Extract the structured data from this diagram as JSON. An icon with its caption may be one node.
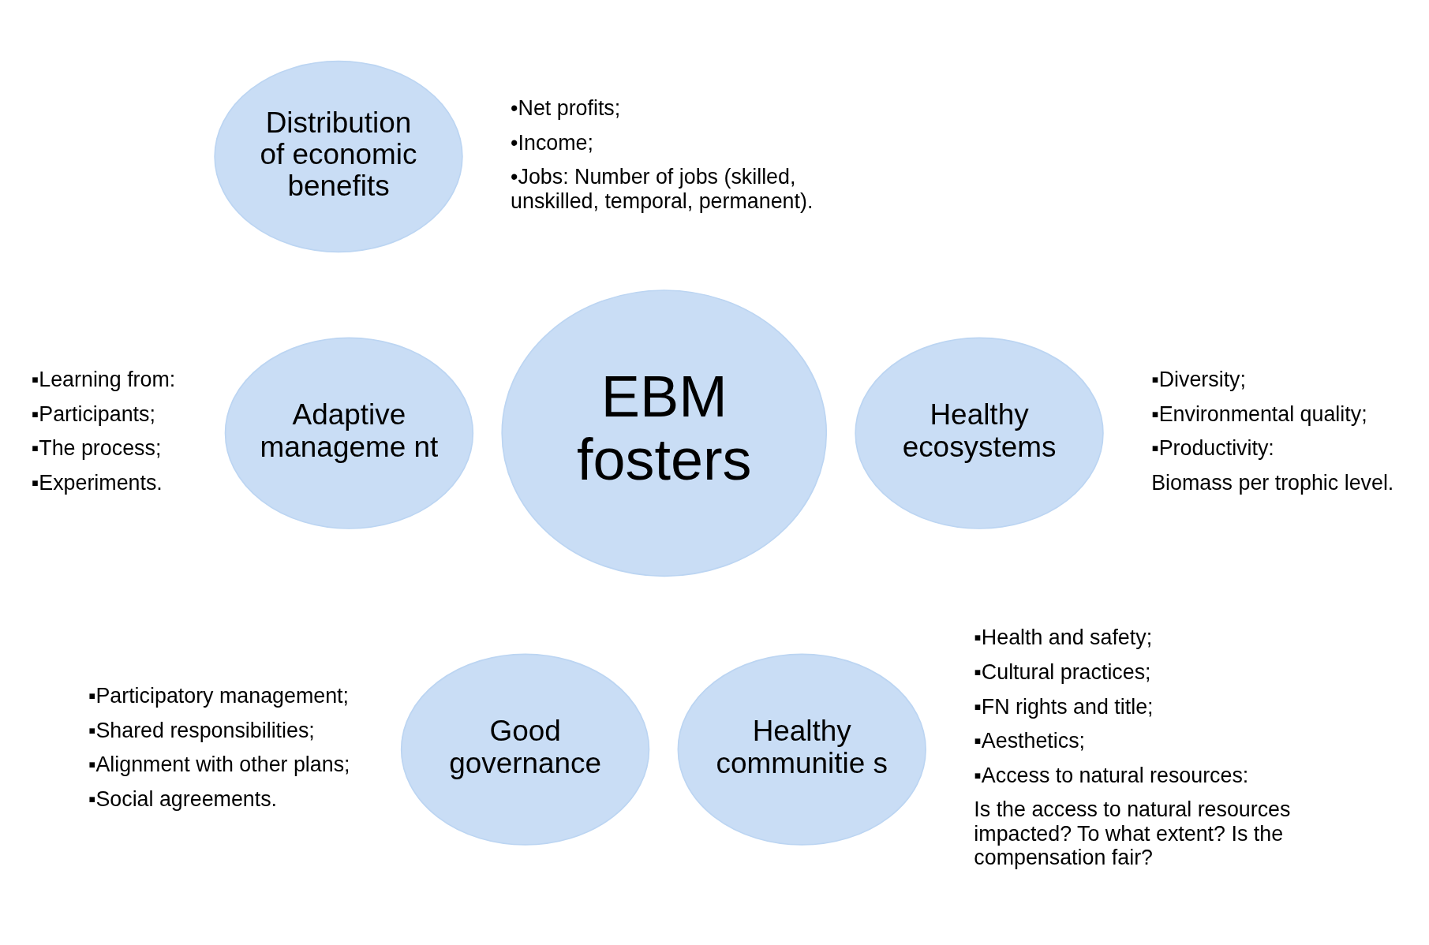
{
  "diagram": {
    "nodes": [
      {
        "text": [
          "Distribution of economic benefits"
        ],
        "beside": [
          "•Net profits;",
          "•Income;",
          "•Jobs: Number of jobs (skilled, unskilled, temporal, permanent)."
        ]
      },
      {
        "text": [
          "Adaptive manageme nt"
        ],
        "beside": [
          "▪Learning from:",
          "▪Participants;",
          "▪The process;",
          "▪Experiments."
        ]
      },
      {
        "text": [
          "EBM fosters"
        ]
      },
      {
        "text": [
          "Healthy ecosystems"
        ],
        "beside": [
          "▪Diversity;",
          "▪Environmental quality;",
          "▪Productivity:",
          "Biomass per trophic level."
        ]
      },
      {
        "text": [
          "Good governance"
        ],
        "beside": [
          "▪Participatory management;",
          "▪Shared responsibilities;",
          "▪Alignment with other plans;",
          "▪Social agreements."
        ]
      },
      {
        "text": [
          "Healthy communitie s"
        ],
        "beside": [
          "▪Health and safety;",
          "▪Cultural practices;",
          "▪FN rights and title;",
          "▪Aesthetics;",
          "▪Access to natural resources:",
          "Is the access to natural resources impacted? To what extent? Is the compensation fair?"
        ]
      }
    ],
    "edges": []
  }
}
